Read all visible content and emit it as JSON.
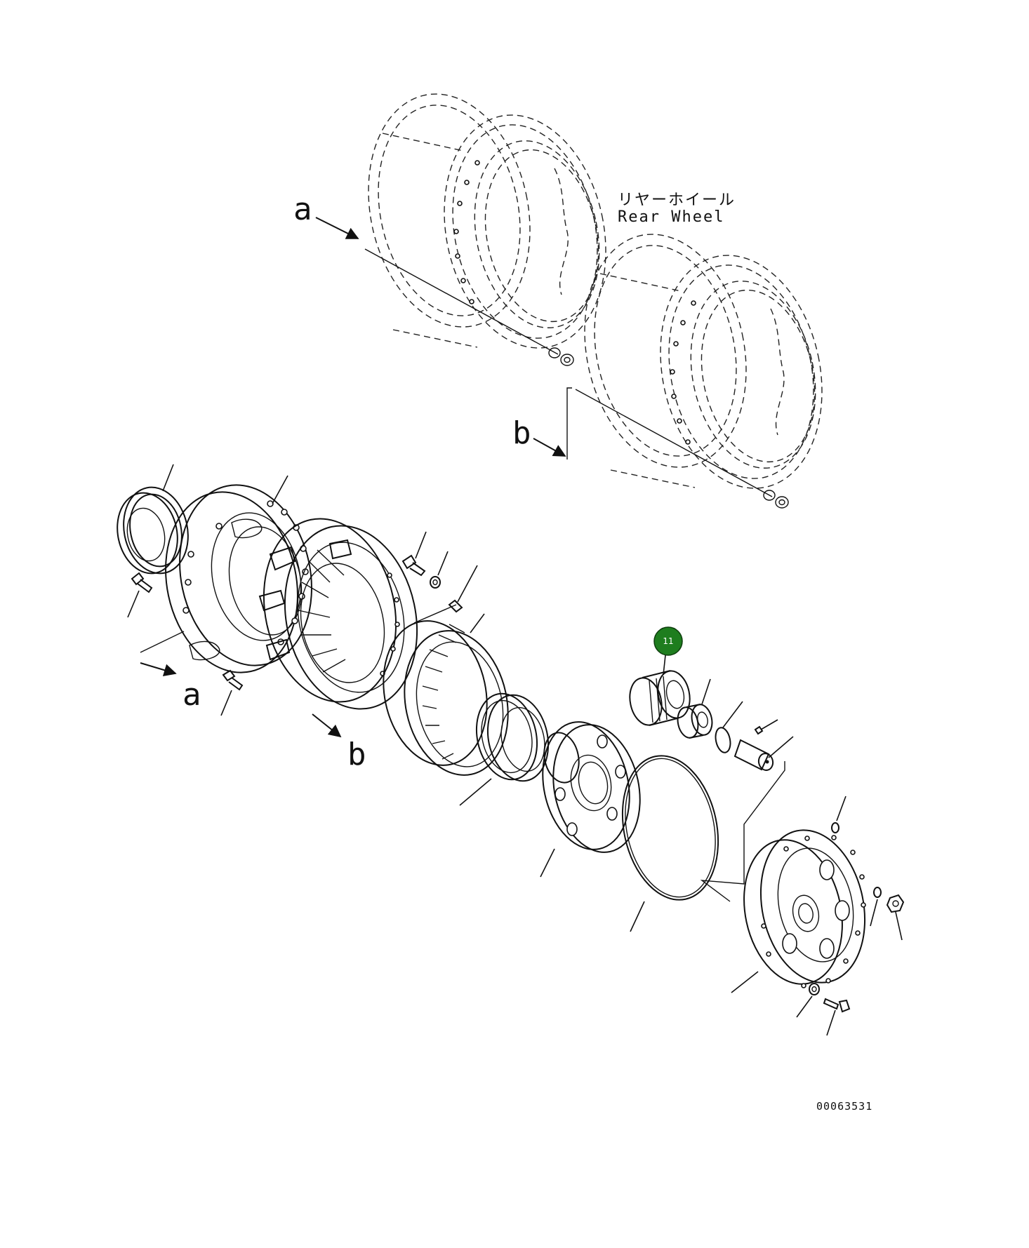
{
  "labels": {
    "marker_a": "a",
    "marker_b": "b",
    "rear_wheel_jp": "リヤーホイール",
    "rear_wheel_en": "Rear Wheel",
    "drawing_code": "00063531"
  },
  "callout": {
    "number": "11",
    "color": "#1e7d1e"
  }
}
